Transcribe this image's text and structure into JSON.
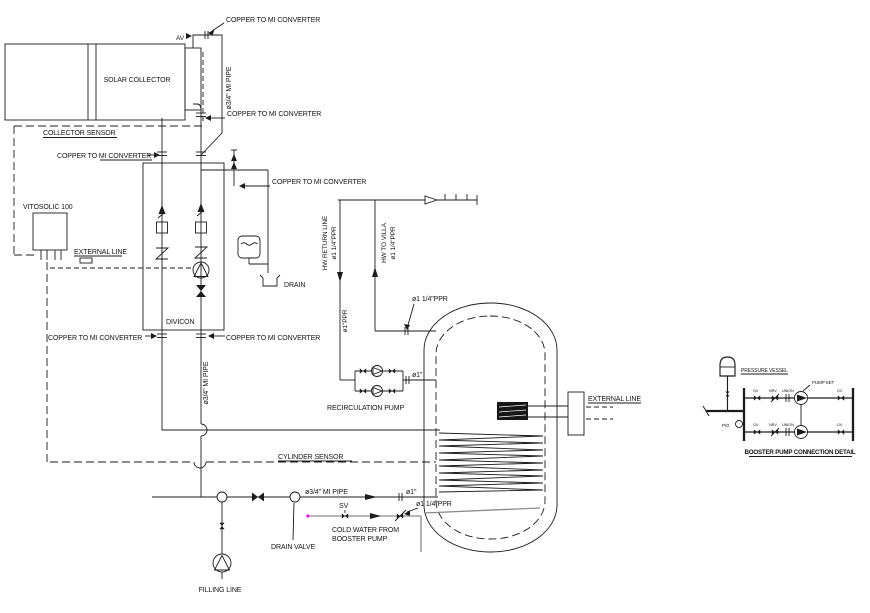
{
  "drawing": {
    "description": "Solar water heater piping schematic CAD drawing",
    "colors": {
      "line": "#1c1c1c",
      "cold_water_line": "#8a8a8a",
      "marker_dot": "#ff00ff",
      "background": "#ffffff"
    }
  },
  "labels": {
    "solar_collector": "SOLAR COLLECTOR",
    "av": "AV",
    "copper_mi": "COPPER TO MI CONVERTER",
    "mi_pipe_34": "ø3/4\" MI PIPE",
    "collector_sensor": "COLLECTOR SENSOR",
    "vitosolic": "VITOSOLIC 100",
    "external_line": "EXTERNAL LINE",
    "divicon": "DIVICON",
    "drain": "DRAIN",
    "hw_return": "HW RETURN LINE",
    "hw_villa": "HW TO VILLA",
    "ppr_1_14": "ø1 1/4\"PPR",
    "ppr_1": "ø1\"PPR",
    "dia_1": "ø1\"",
    "recirc": "RECIRCULATION PUMP",
    "cylinder_sensor": "CYLINDER SENSOR",
    "sv": "SV",
    "cold_from": "COLD WATER FROM",
    "booster_pump": "BOOSTER PUMP",
    "drain_valve": "DRAIN VALVE",
    "filling_line": "FILLING LINE",
    "pressure_vessel": "PRESSURE VESSEL",
    "pump_set": "PUMP SET",
    "pg": "P/G",
    "gv": "GV",
    "nrv": "NRV",
    "union": "UNION",
    "booster_caption": "BOOSTER PUMP CONNECTION DETAIL"
  }
}
